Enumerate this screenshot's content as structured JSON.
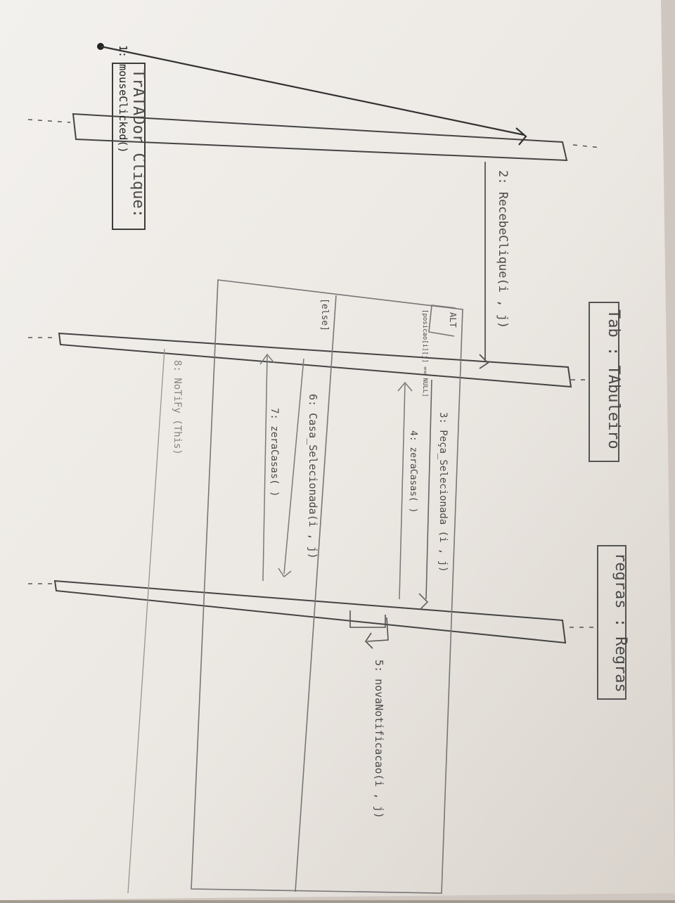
{
  "diagram": {
    "type": "uml-sequence",
    "participants": [
      {
        "id": "tratador",
        "label": "TrATADor Clique:"
      },
      {
        "id": "tab",
        "label": "Tab : TAbuleiro"
      },
      {
        "id": "regras",
        "label": "regras : Regras"
      }
    ],
    "messages": [
      {
        "id": "m1",
        "label": "1: mouseClicked()"
      },
      {
        "id": "m2",
        "label": "2: RecebeClique(i , j)"
      },
      {
        "id": "m3",
        "label": "3: Peça_Selecionada (i , j)"
      },
      {
        "id": "m4",
        "label": "4: zeraCasas( )"
      },
      {
        "id": "m5",
        "label": "5: novaNotificacao(i , j)"
      },
      {
        "id": "m6",
        "label": "6: Casa_Selecionada(i , j)"
      },
      {
        "id": "m7",
        "label": "7: zeraCasas( )"
      },
      {
        "id": "m8",
        "label": "8: NoTiFy (This)"
      }
    ],
    "fragment": {
      "operator": "ALT",
      "guard_if": "[posicao[i][j] == NULL]",
      "guard_else": "[else]"
    }
  },
  "colors": {
    "paper": "#f1efec",
    "shadow": "#c8c1b9",
    "ink": "#4a4a4a",
    "pencil": "#8a8480"
  }
}
